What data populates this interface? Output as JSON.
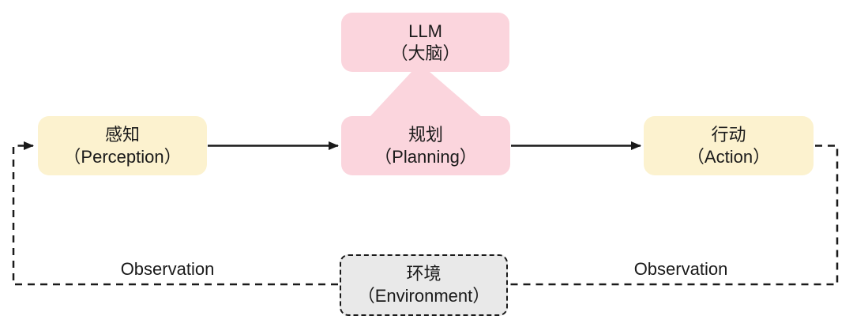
{
  "diagram": {
    "nodes": {
      "llm": {
        "line1": "LLM",
        "line2": "（大脑）"
      },
      "perception": {
        "line1": "感知",
        "line2": "（Perception）"
      },
      "planning": {
        "line1": "规划",
        "line2": "（Planning）"
      },
      "action": {
        "line1": "行动",
        "line2": "（Action）"
      },
      "environment": {
        "line1": "环境",
        "line2": "（Environment）"
      }
    },
    "labels": {
      "observation_left": "Observation",
      "observation_right": "Observation"
    },
    "colors": {
      "node_pink": "#FBD5DD",
      "node_yellow": "#FCF2CF",
      "node_gray": "#E9E9E9",
      "line": "#1A1A1A",
      "background": "#FFFFFF"
    }
  }
}
